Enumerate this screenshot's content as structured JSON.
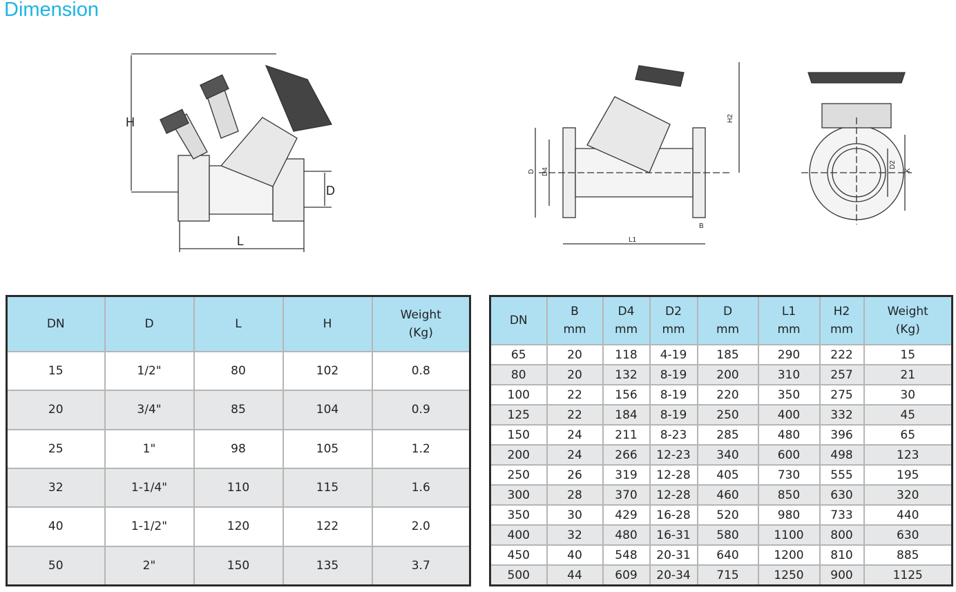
{
  "title": "Dimension",
  "diagram_left": {
    "labels": {
      "h": "H",
      "l": "L",
      "d": "D"
    }
  },
  "diagram_right": {
    "labels": {
      "d": "D",
      "d4": "D4",
      "h2": "H2",
      "l1": "L1",
      "b": "B",
      "d2": "D2",
      "k": "K"
    }
  },
  "table_threaded": {
    "headers": [
      "DN",
      "D",
      "L",
      "H",
      "Weight",
      "(Kg)"
    ],
    "rows": [
      [
        "15",
        "1/2\"",
        "80",
        "102",
        "0.8"
      ],
      [
        "20",
        "3/4\"",
        "85",
        "104",
        "0.9"
      ],
      [
        "25",
        "1\"",
        "98",
        "105",
        "1.2"
      ],
      [
        "32",
        "1-1/4\"",
        "110",
        "115",
        "1.6"
      ],
      [
        "40",
        "1-1/2\"",
        "120",
        "122",
        "2.0"
      ],
      [
        "50",
        "2\"",
        "150",
        "135",
        "3.7"
      ]
    ]
  },
  "table_flanged": {
    "headers": [
      [
        "DN",
        ""
      ],
      [
        "B",
        "mm"
      ],
      [
        "D4",
        "mm"
      ],
      [
        "D2",
        "mm"
      ],
      [
        "D",
        "mm"
      ],
      [
        "L1",
        "mm"
      ],
      [
        "H2",
        "mm"
      ],
      [
        "Weight",
        "(Kg)"
      ]
    ],
    "rows": [
      [
        "65",
        "20",
        "118",
        "4-19",
        "185",
        "290",
        "222",
        "15"
      ],
      [
        "80",
        "20",
        "132",
        "8-19",
        "200",
        "310",
        "257",
        "21"
      ],
      [
        "100",
        "22",
        "156",
        "8-19",
        "220",
        "350",
        "275",
        "30"
      ],
      [
        "125",
        "22",
        "184",
        "8-19",
        "250",
        "400",
        "332",
        "45"
      ],
      [
        "150",
        "24",
        "211",
        "8-23",
        "285",
        "480",
        "396",
        "65"
      ],
      [
        "200",
        "24",
        "266",
        "12-23",
        "340",
        "600",
        "498",
        "123"
      ],
      [
        "250",
        "26",
        "319",
        "12-28",
        "405",
        "730",
        "555",
        "195"
      ],
      [
        "300",
        "28",
        "370",
        "12-28",
        "460",
        "850",
        "630",
        "320"
      ],
      [
        "350",
        "30",
        "429",
        "16-28",
        "520",
        "980",
        "733",
        "440"
      ],
      [
        "400",
        "32",
        "480",
        "16-31",
        "580",
        "1100",
        "800",
        "630"
      ],
      [
        "450",
        "40",
        "548",
        "20-31",
        "640",
        "1200",
        "810",
        "885"
      ],
      [
        "500",
        "44",
        "609",
        "20-34",
        "715",
        "1250",
        "900",
        "1125"
      ]
    ]
  }
}
